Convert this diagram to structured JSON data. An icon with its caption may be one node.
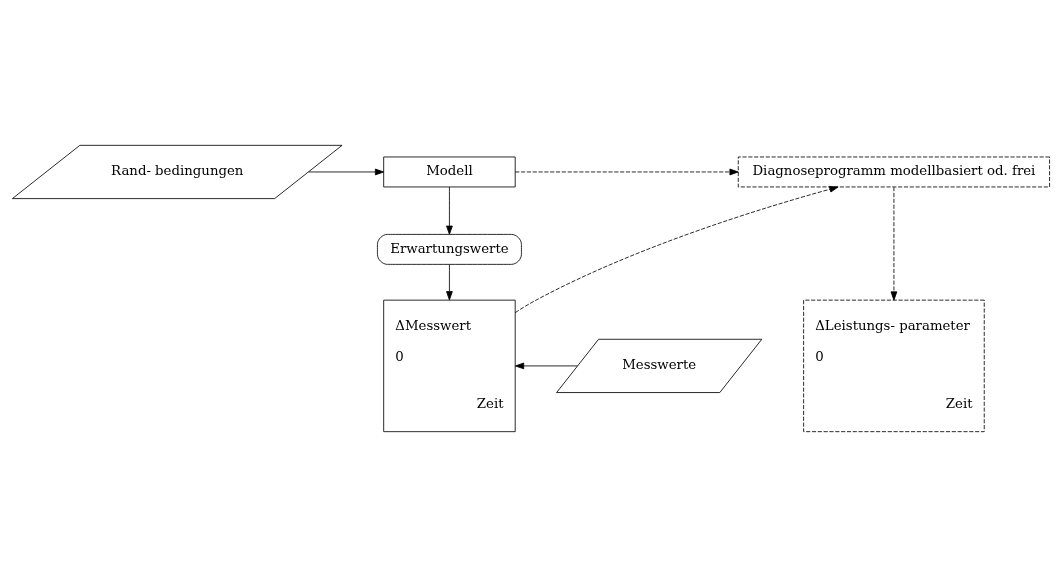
{
  "diagram": {
    "nodes": [
      {
        "text": [
          "Rand- bedingungen"
        ]
      },
      {
        "text": [
          "Modell"
        ]
      },
      {
        "text": [
          "Diagnoseprogramm modellbasiert od. frei"
        ]
      },
      {
        "text": [
          "Erwartungswerte"
        ]
      },
      {
        "text": [
          "Messwerte"
        ]
      },
      {
        "text": [
          "ΔMesswert",
          "0",
          "Zeit"
        ]
      },
      {
        "text": [
          "ΔLeistungs- parameter",
          "0",
          "Zeit"
        ]
      }
    ],
    "edges": [
      {
        "from": 0,
        "to": 1,
        "arrow": "to"
      },
      {
        "from": 1,
        "to": 2,
        "arrow": "to",
        "style": "dashed"
      },
      {
        "from": 1,
        "to": 3,
        "arrow": "to"
      },
      {
        "from": 3,
        "to": 5,
        "arrow": "to"
      },
      {
        "from": 4,
        "to": 5,
        "arrow": "to"
      },
      {
        "from": 5,
        "to": 2,
        "arrow": "to",
        "style": "dashed"
      },
      {
        "from": 2,
        "to": 6,
        "arrow": "to",
        "style": "dashed"
      }
    ]
  }
}
